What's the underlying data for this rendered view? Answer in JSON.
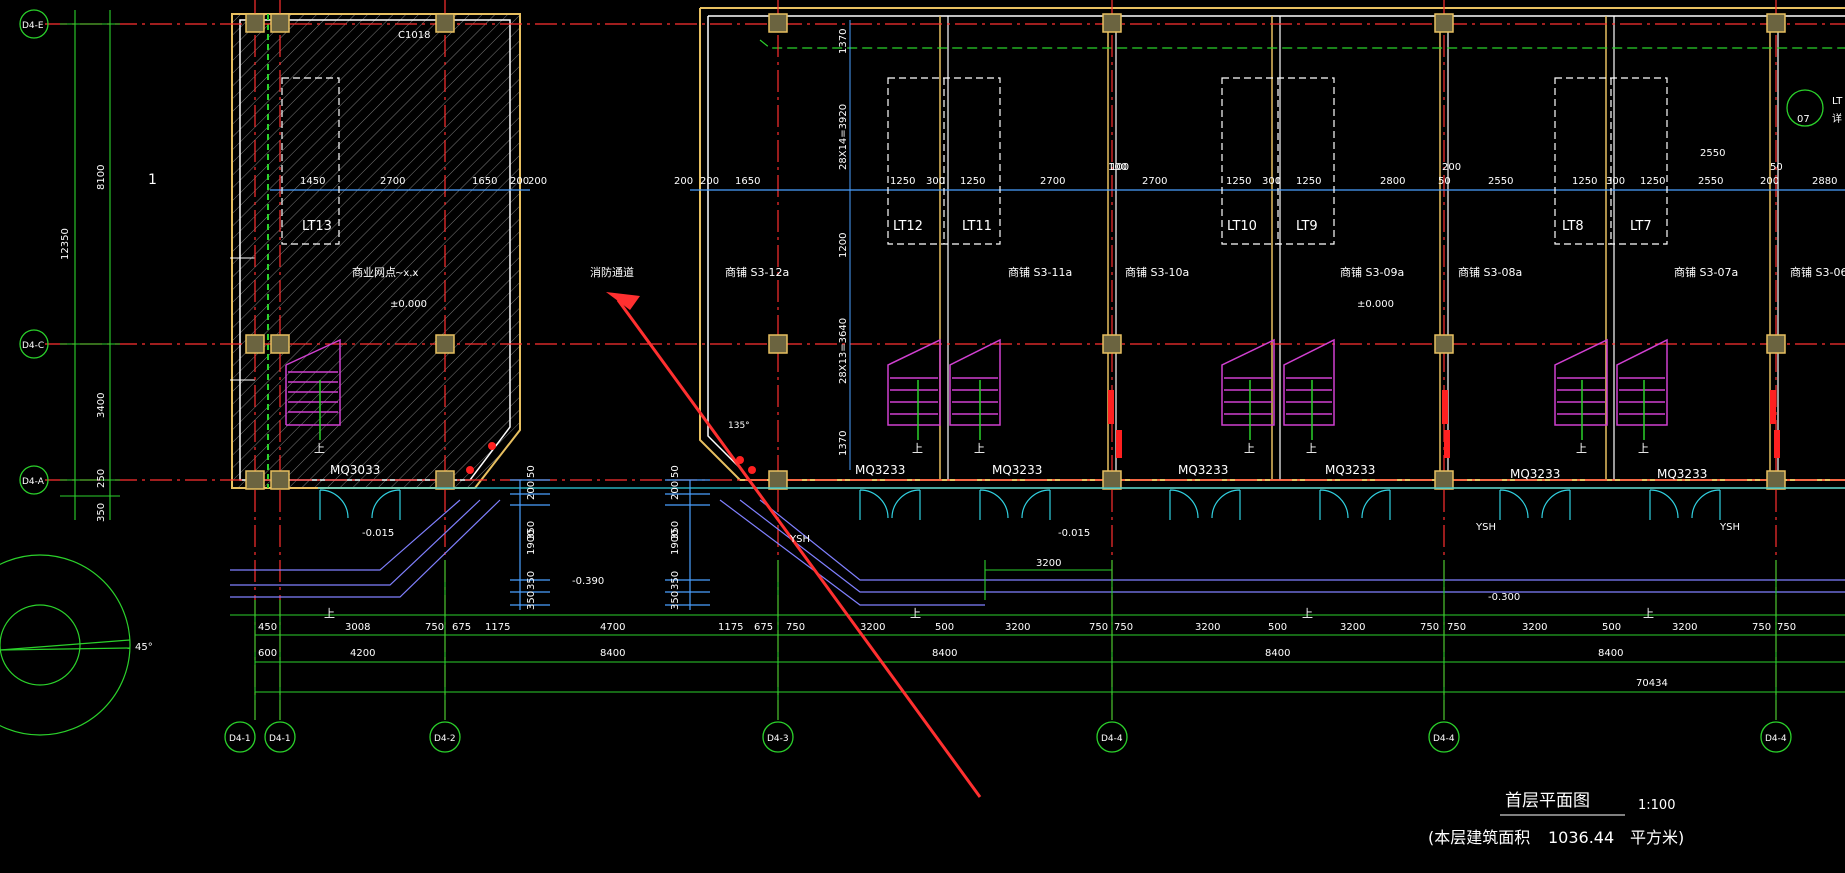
{
  "colors": {
    "background": "#000000",
    "axis": "#ff3030",
    "wall": "#ffffff",
    "wall_outline": "#e8c060",
    "dimension": "#00e000",
    "grid_blue": "#4aa0ff",
    "stair": "#d040d0",
    "door": "#30d0e0",
    "hatch": "#8a8a8a",
    "column": "#c8b46a",
    "annotation": "#ffffff",
    "arrow": "#ff3030"
  },
  "plan": {
    "title": "首层平面图",
    "scale": "1:100",
    "area_prefix": "(本层建筑面积",
    "area_value": "1036.44",
    "area_unit": "平方米)"
  },
  "axes_vertical": [
    "D4-1",
    "D4-2",
    "D4-3",
    "D4-4"
  ],
  "axes_horizontal": [
    "D4-E",
    "D4-C",
    "D4-A"
  ],
  "rooms": [
    {
      "label": "商业网点",
      "sub": "~x.x"
    },
    {
      "label": "消防通道"
    },
    {
      "label": "商铺 S3-12a"
    },
    {
      "label": "商铺 S3-11a"
    },
    {
      "label": "商铺 S3-10a"
    },
    {
      "label": "商铺 S3-09a"
    },
    {
      "label": "商铺 S3-08a"
    },
    {
      "label": "商铺 S3-07a"
    },
    {
      "label": "商铺 S3-06"
    }
  ],
  "elevators": [
    "LT13",
    "LT12",
    "LT11",
    "LT10",
    "LT9",
    "LT8",
    "LT7"
  ],
  "doors": [
    "MQ3033",
    "MQ3233",
    "MQ3233",
    "MQ3233",
    "MQ3233",
    "MQ3233",
    "MQ3233"
  ],
  "misc_labels": {
    "c_label": "C1018",
    "ysh": "YSH",
    "up": "上",
    "section_1": "1",
    "detail_num": "07",
    "detail_ref": "LT",
    "detail_ref2": "详",
    "angle": "135°"
  },
  "elevations": [
    "±0.000",
    "±0.000",
    "-0.015",
    "-0.390",
    "-0.015",
    "-0.300"
  ],
  "dims_top_row": [
    "1450",
    "2700",
    "1650",
    "200",
    "200",
    "200",
    "200",
    "1650",
    "1250",
    "300",
    "1250",
    "2700",
    "100",
    "2700",
    "1250",
    "300",
    "1250",
    "2800",
    "50",
    "2550",
    "1250",
    "300",
    "1250",
    "2550",
    "200",
    "2880",
    "100",
    "200",
    "50",
    "2550"
  ],
  "dims_vertical_left": [
    "12350",
    "8100",
    "3400",
    "250",
    "350"
  ],
  "dims_vertical_mid": [
    "28X14=3920",
    "1200",
    "28X13=3640",
    "1370",
    "1370"
  ],
  "dims_vertical_small": [
    "50",
    "200",
    "350",
    "1900",
    "350",
    "350",
    "50",
    "200",
    "350",
    "1900",
    "350",
    "350"
  ],
  "dims_bottom_row1": [
    "450",
    "3008",
    "750",
    "675",
    "1175",
    "4700",
    "1175",
    "675",
    "750",
    "3200",
    "500",
    "3200",
    "750",
    "750",
    "3200",
    "500",
    "3200",
    "750",
    "750",
    "3200",
    "500",
    "3200",
    "750",
    "750"
  ],
  "dims_bottom_row2": [
    "600",
    "4200",
    "8400",
    "8400",
    "8400",
    "8400"
  ],
  "dims_total": "70434",
  "dim_3200": "3200",
  "compass_label": "45°"
}
